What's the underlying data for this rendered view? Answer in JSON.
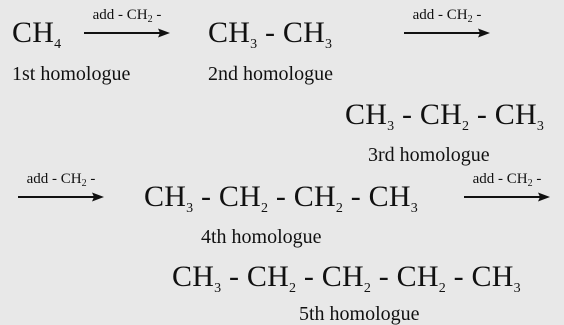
{
  "step_label": {
    "prefix": "add - CH",
    "sub": "2",
    "suffix": " -"
  },
  "h1": {
    "formula": {
      "p1": "CH",
      "s1": "4"
    },
    "label": "1st homologue"
  },
  "h2": {
    "formula": {
      "p1": "CH",
      "s1": "3",
      "p2": " - CH",
      "s2": "3"
    },
    "label": "2nd homologue"
  },
  "h3": {
    "formula": {
      "p1": "CH",
      "s1": "3",
      "p2": " - CH",
      "s2": "2",
      "p3": " - CH",
      "s3": "3"
    },
    "label": "3rd homologue"
  },
  "h4": {
    "formula": {
      "p1": "CH",
      "s1": "3",
      "p2": " - CH",
      "s2": "2",
      "p3": " - CH",
      "s3": "2",
      "p4": " - CH",
      "s4": "3"
    },
    "label": "4th homologue"
  },
  "h5": {
    "formula": {
      "p1": "CH",
      "s1": "3",
      "p2": " - CH",
      "s2": "2",
      "p3": " - CH",
      "s3": "2",
      "p4": " - CH",
      "s4": "2",
      "p5": " - CH",
      "s5": "3"
    },
    "label": "5th homologue"
  },
  "colors": {
    "background": "#e8e8e8",
    "ink": "#111111"
  }
}
